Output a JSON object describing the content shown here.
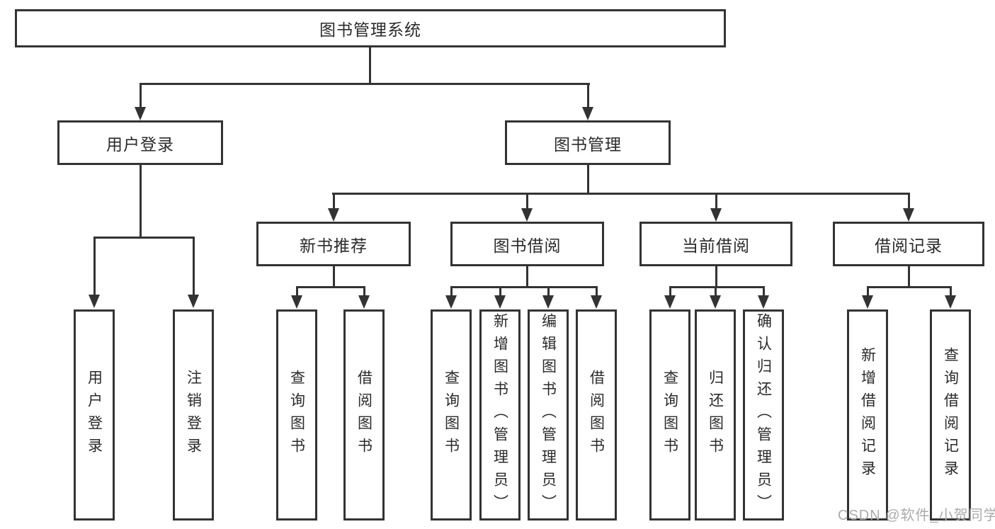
{
  "title": "图书管理系统",
  "level2": {
    "user_login": "用户登录",
    "book_mgmt": "图书管理"
  },
  "level3": {
    "new_book": "新书推荐",
    "book_borrow": "图书借阅",
    "current_borrow": "当前借阅",
    "borrow_record": "借阅记录"
  },
  "leaves": {
    "user_login": [
      "用户登录",
      "注销登录"
    ],
    "new_book": [
      "查询图书",
      "借阅图书"
    ],
    "book_borrow": [
      "查询图书",
      "新增图书（管理员）",
      "编辑图书（管理员）",
      "借阅图书"
    ],
    "current_borrow": [
      "查询图书",
      "归还图书",
      "确认归还（管理员）"
    ],
    "borrow_record": [
      "新增借阅记录",
      "查询借阅记录"
    ]
  },
  "watermark": "CSDN @软件_小贺同学",
  "colors": {
    "line": "#333333",
    "text": "#2a2a2a",
    "watermark": "#ababab",
    "background": "#ffffff"
  }
}
